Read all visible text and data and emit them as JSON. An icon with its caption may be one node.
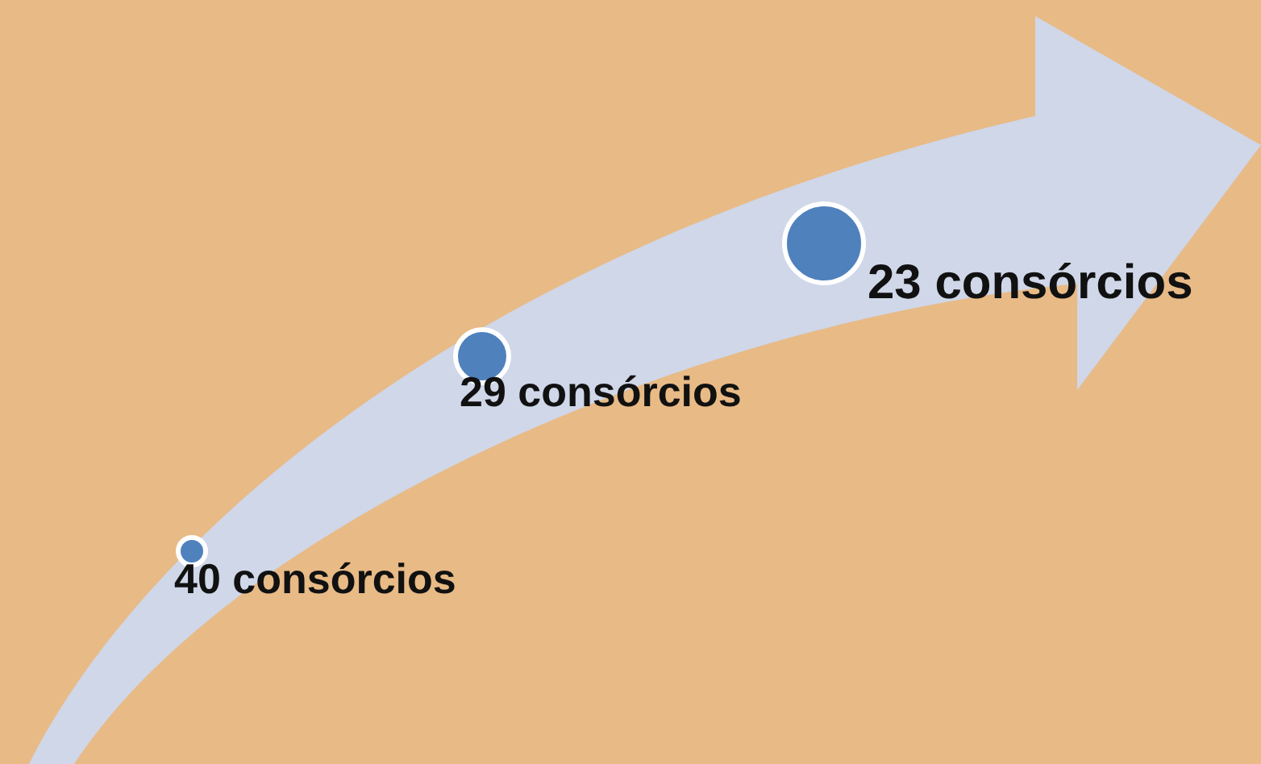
{
  "diagram": {
    "nodes": [
      {
        "text": [],
        "shape": "circle",
        "beside": [
          "40 consórcios"
        ]
      },
      {
        "text": [],
        "shape": "circle",
        "beside": [
          "29 consórcios"
        ]
      },
      {
        "text": [],
        "shape": "circle",
        "beside": [
          "23 consórcios"
        ]
      }
    ]
  }
}
